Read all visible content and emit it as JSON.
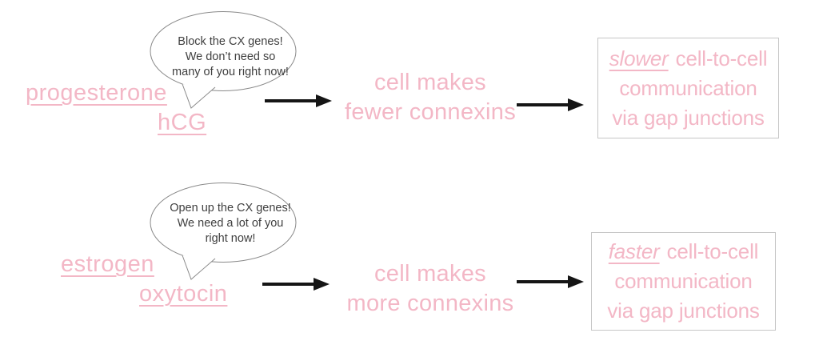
{
  "colors": {
    "pink": "#f3b7c6",
    "arrow": "#151515",
    "bubble_border": "#8a8a8a",
    "box_border": "#c6c6c6",
    "bubble_text": "#3f3f3f"
  },
  "rows": [
    {
      "hormones": [
        {
          "label": "progesterone"
        },
        {
          "label": "hCG"
        }
      ],
      "bubble_text": "Block the CX genes!\nWe don’t need so\nmany of you right now!",
      "middle_text": "cell makes\nfewer connexins",
      "result": {
        "speed": "slower",
        "line1_rest": "cell-to-cell",
        "line2": "communication",
        "line3": "via gap junctions"
      }
    },
    {
      "hormones": [
        {
          "label": "estrogen"
        },
        {
          "label": "oxytocin"
        }
      ],
      "bubble_text": "Open up the CX genes!\nWe need a lot of you\nright now!",
      "middle_text": "cell makes\nmore connexins",
      "result": {
        "speed": "faster",
        "line1_rest": "cell-to-cell",
        "line2": "communication",
        "line3": "via gap junctions"
      }
    }
  ]
}
